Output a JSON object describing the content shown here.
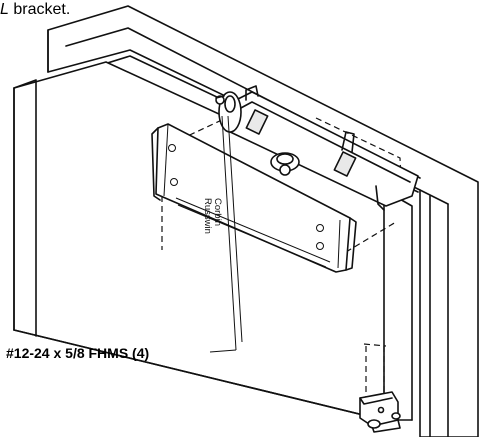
{
  "caption": {
    "emphasis": "L",
    "rest": " bracket."
  },
  "callout": {
    "label": "#12-24 x 5/8 FHMS (4)"
  },
  "plate_text": {
    "line1": "Corbin",
    "line2": "Russwin"
  }
}
